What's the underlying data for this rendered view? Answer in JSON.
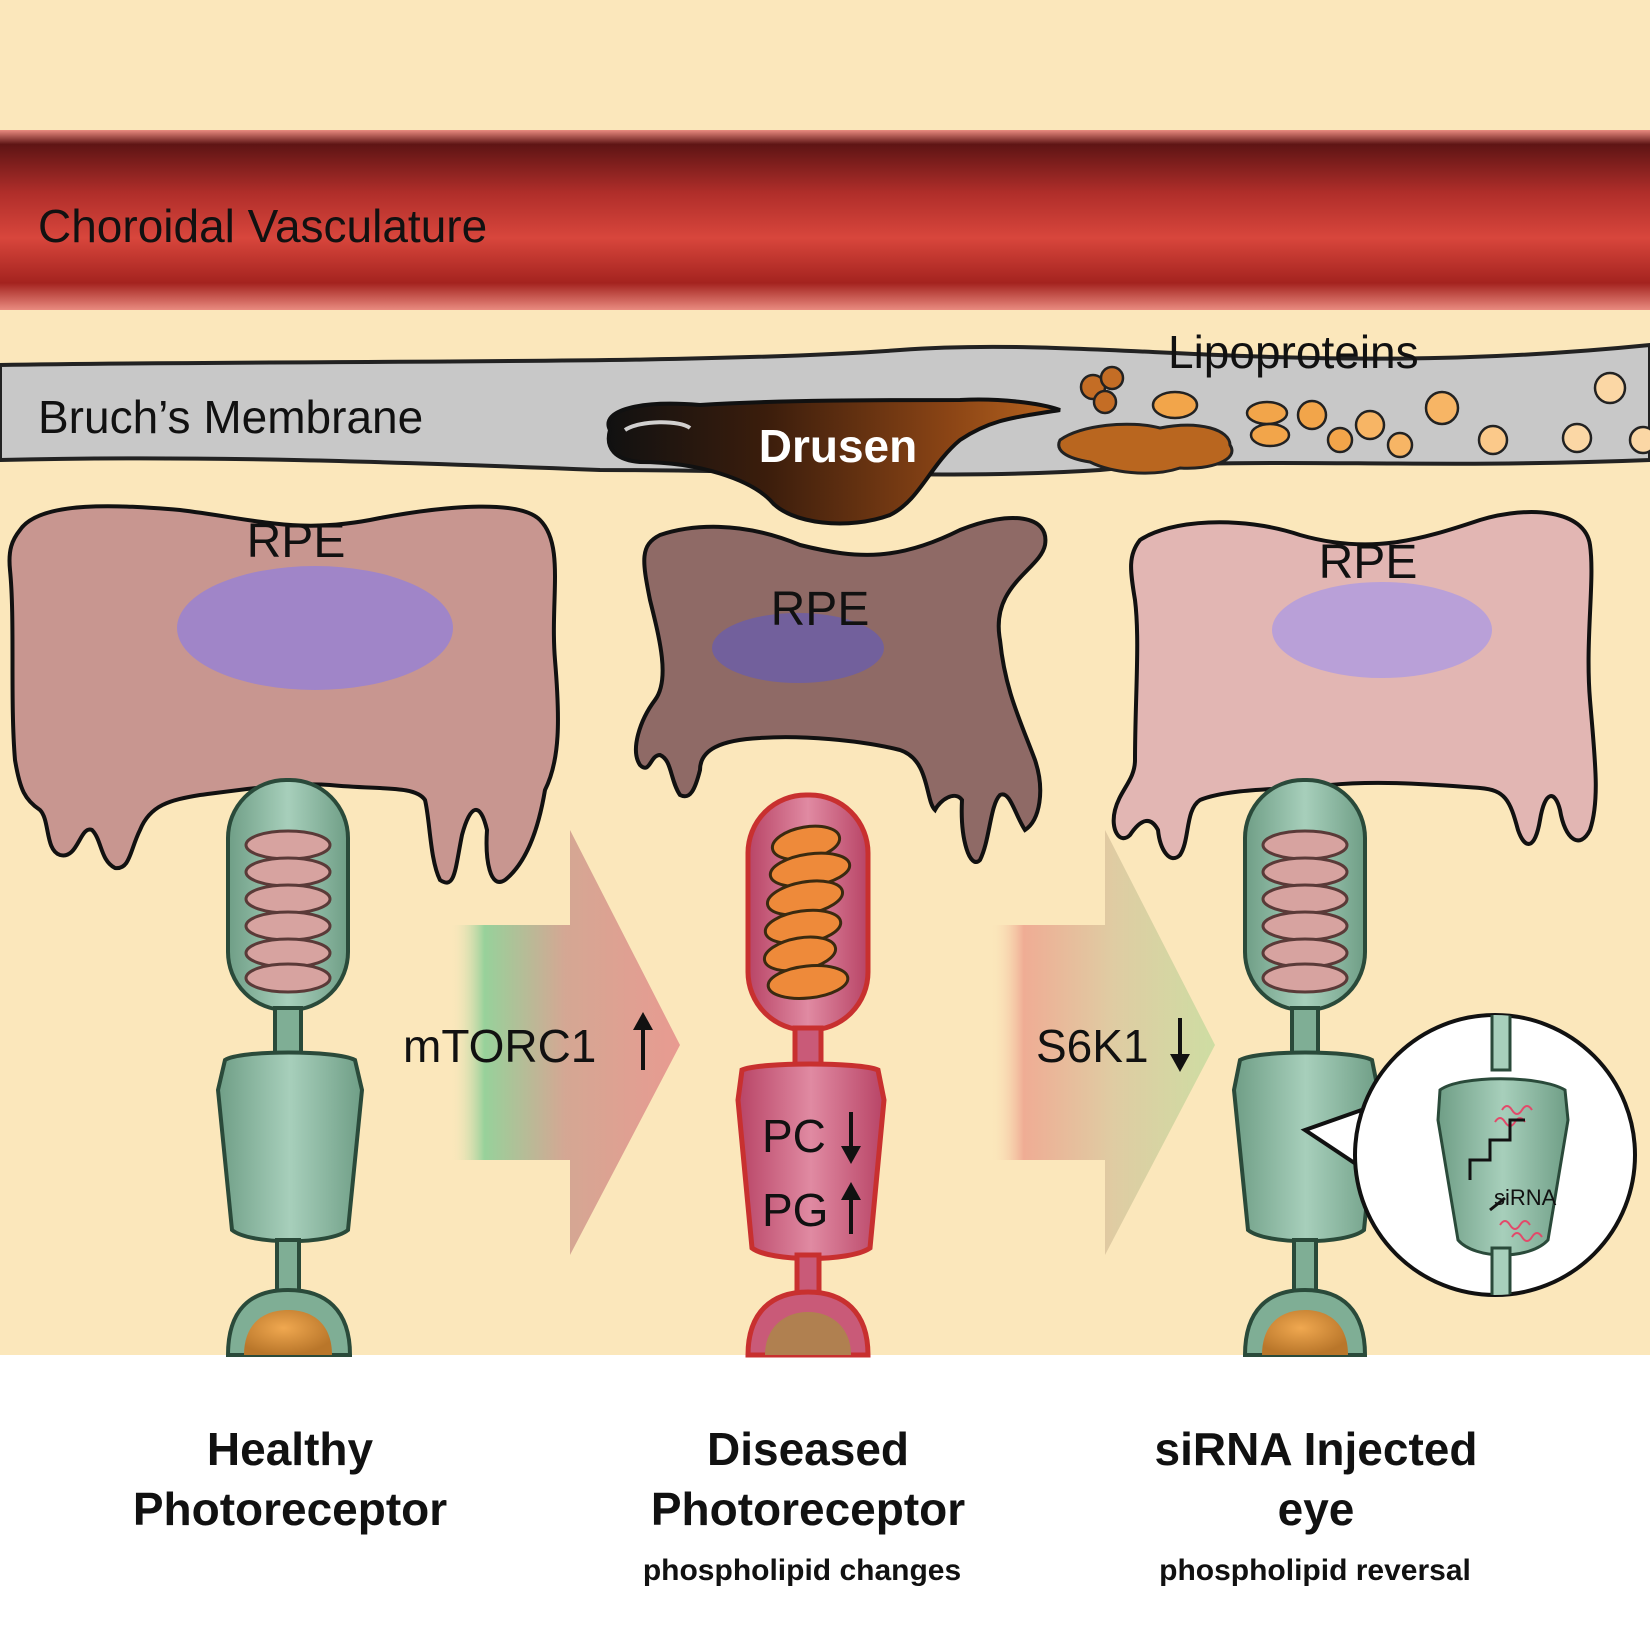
{
  "labels": {
    "choroidal": "Choroidal Vasculature",
    "bruchs": "Bruch’s Membrane",
    "lipoproteins": "Lipoproteins",
    "drusen": "Drusen",
    "rpe_left": "RPE",
    "rpe_middle": "RPE",
    "rpe_right": "RPE",
    "mtorc1": "mTORC1",
    "s6k1": "S6K1",
    "pc": "PC",
    "pg": "PG",
    "sirna": "siRNA"
  },
  "captions": {
    "healthy_line1": "Healthy",
    "healthy_line2": "Photoreceptor",
    "diseased_line1": "Diseased",
    "diseased_line2": "Photoreceptor",
    "diseased_sub": "phospholipid changes",
    "injected_line1": "siRNA Injected",
    "injected_line2": "eye",
    "injected_sub": "phospholipid reversal"
  },
  "colors": {
    "background": "#fbe7bb",
    "vessel": "#cc3b33",
    "membrane": "#c8c8c8",
    "rpe_healthy": "#c89690",
    "rpe_diseased": "#8f6a66",
    "nucleus": "#a085c8",
    "photoreceptor_healthy": "#7fae95",
    "photoreceptor_diseased": "#c95a78",
    "drusen": "#6a3210",
    "lipoprotein": "#f2a54a"
  }
}
